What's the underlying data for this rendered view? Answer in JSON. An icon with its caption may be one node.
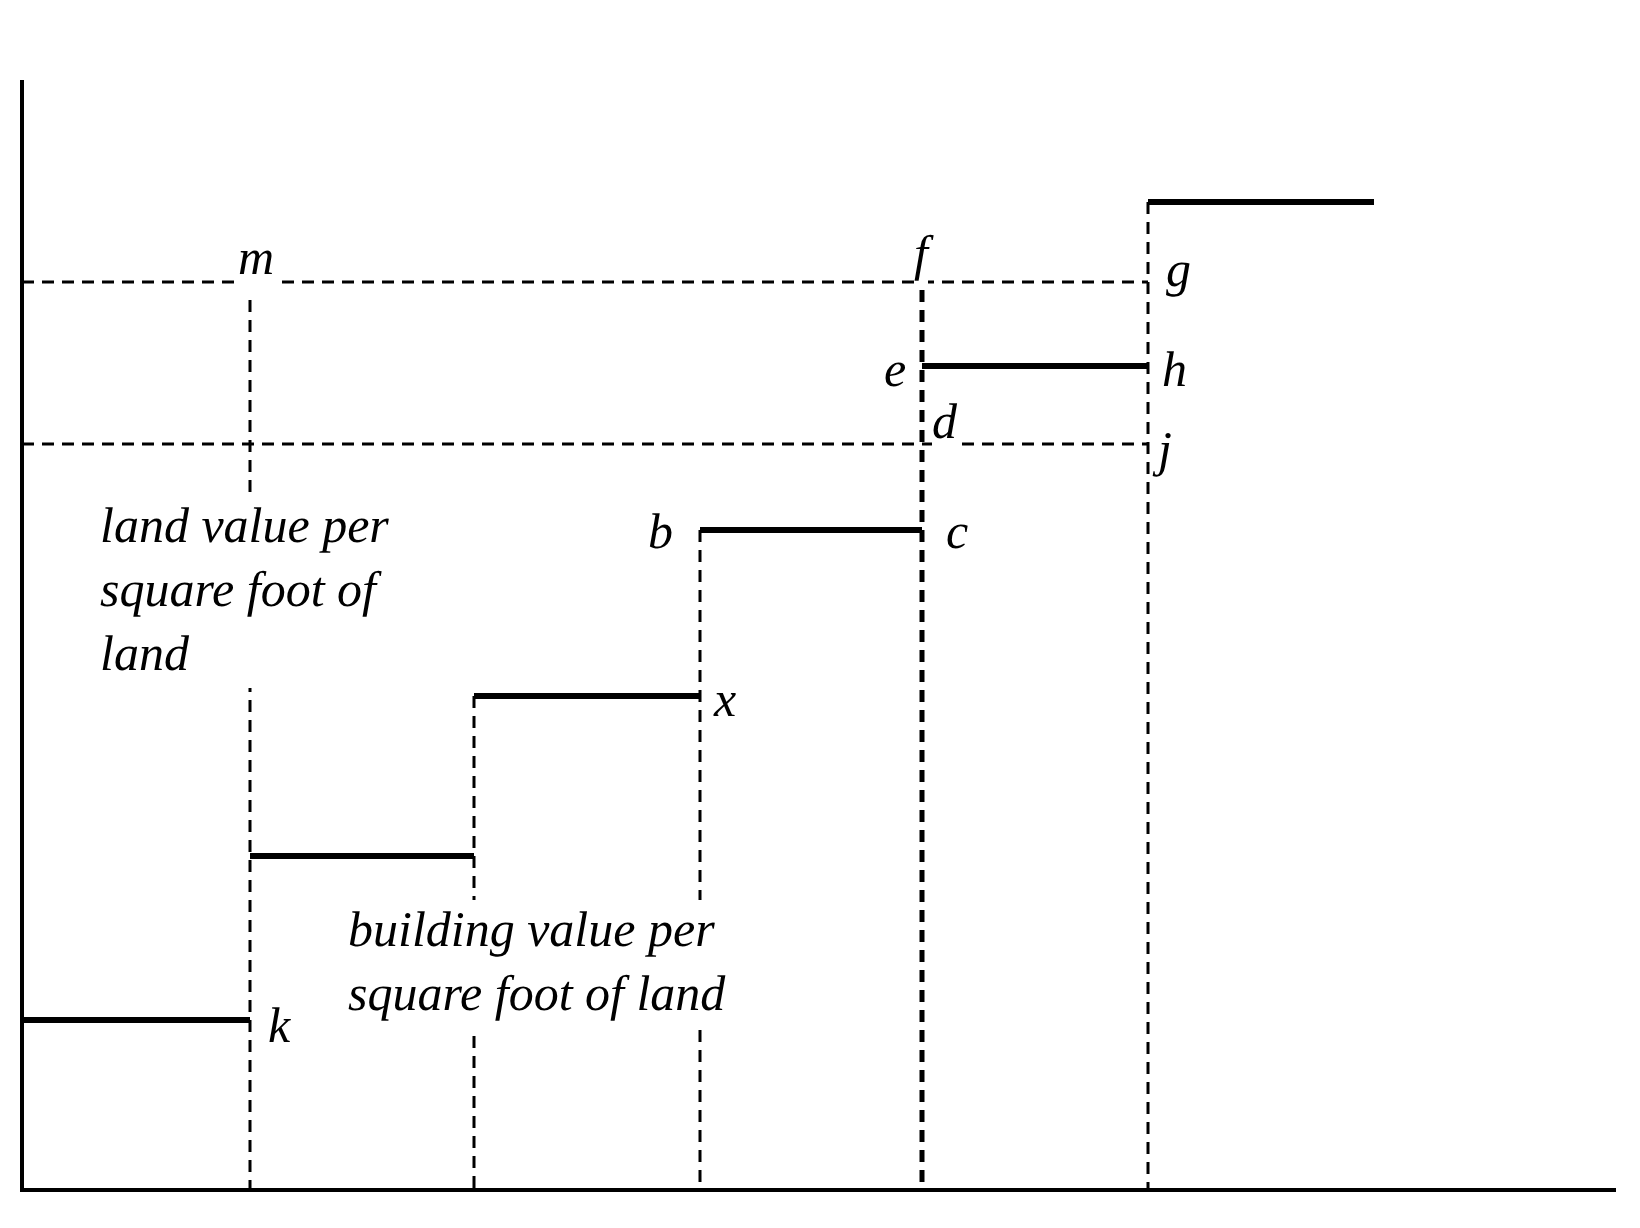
{
  "diagram": {
    "labels": [
      "m",
      "f",
      "g",
      "e",
      "h",
      "d",
      "j",
      "land value per square foot of land",
      "b",
      "c",
      "x",
      "building value per square foot of land",
      "k"
    ]
  }
}
